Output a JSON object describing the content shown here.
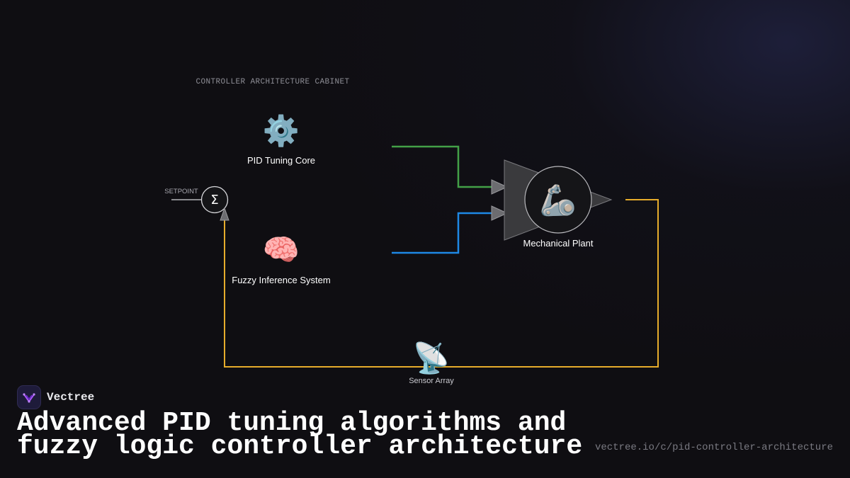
{
  "diagram": {
    "cabinet_label": "CONTROLLER ARCHITECTURE CABINET",
    "summing_junction": {
      "symbol": "Σ",
      "input_label": "SETPOINT"
    },
    "pid_core": {
      "icon": "gear-icon",
      "glyph": "⚙️",
      "label": "PID Tuning Core"
    },
    "fuzzy_system": {
      "icon": "brain-icon",
      "glyph": "🧠",
      "label": "Fuzzy Inference System"
    },
    "plant": {
      "icon": "mechanical-arm-icon",
      "glyph": "🦾",
      "label": "Mechanical Plant"
    },
    "sensor": {
      "icon": "satellite-antenna-icon",
      "glyph": "📡",
      "label": "Sensor Array"
    },
    "colors": {
      "pid_path": "#43a047",
      "fuzzy_path": "#1e88e5",
      "feedback_path": "#e6ac2b",
      "mux_fill": "#3a3a3d"
    }
  },
  "footer": {
    "brand_name": "Vectree",
    "brand_icon": "vectree-logo-icon",
    "headline_line1": "Advanced PID tuning algorithms and",
    "headline_line2": "fuzzy logic controller architecture",
    "url": "vectree.io/c/pid-controller-architecture"
  }
}
